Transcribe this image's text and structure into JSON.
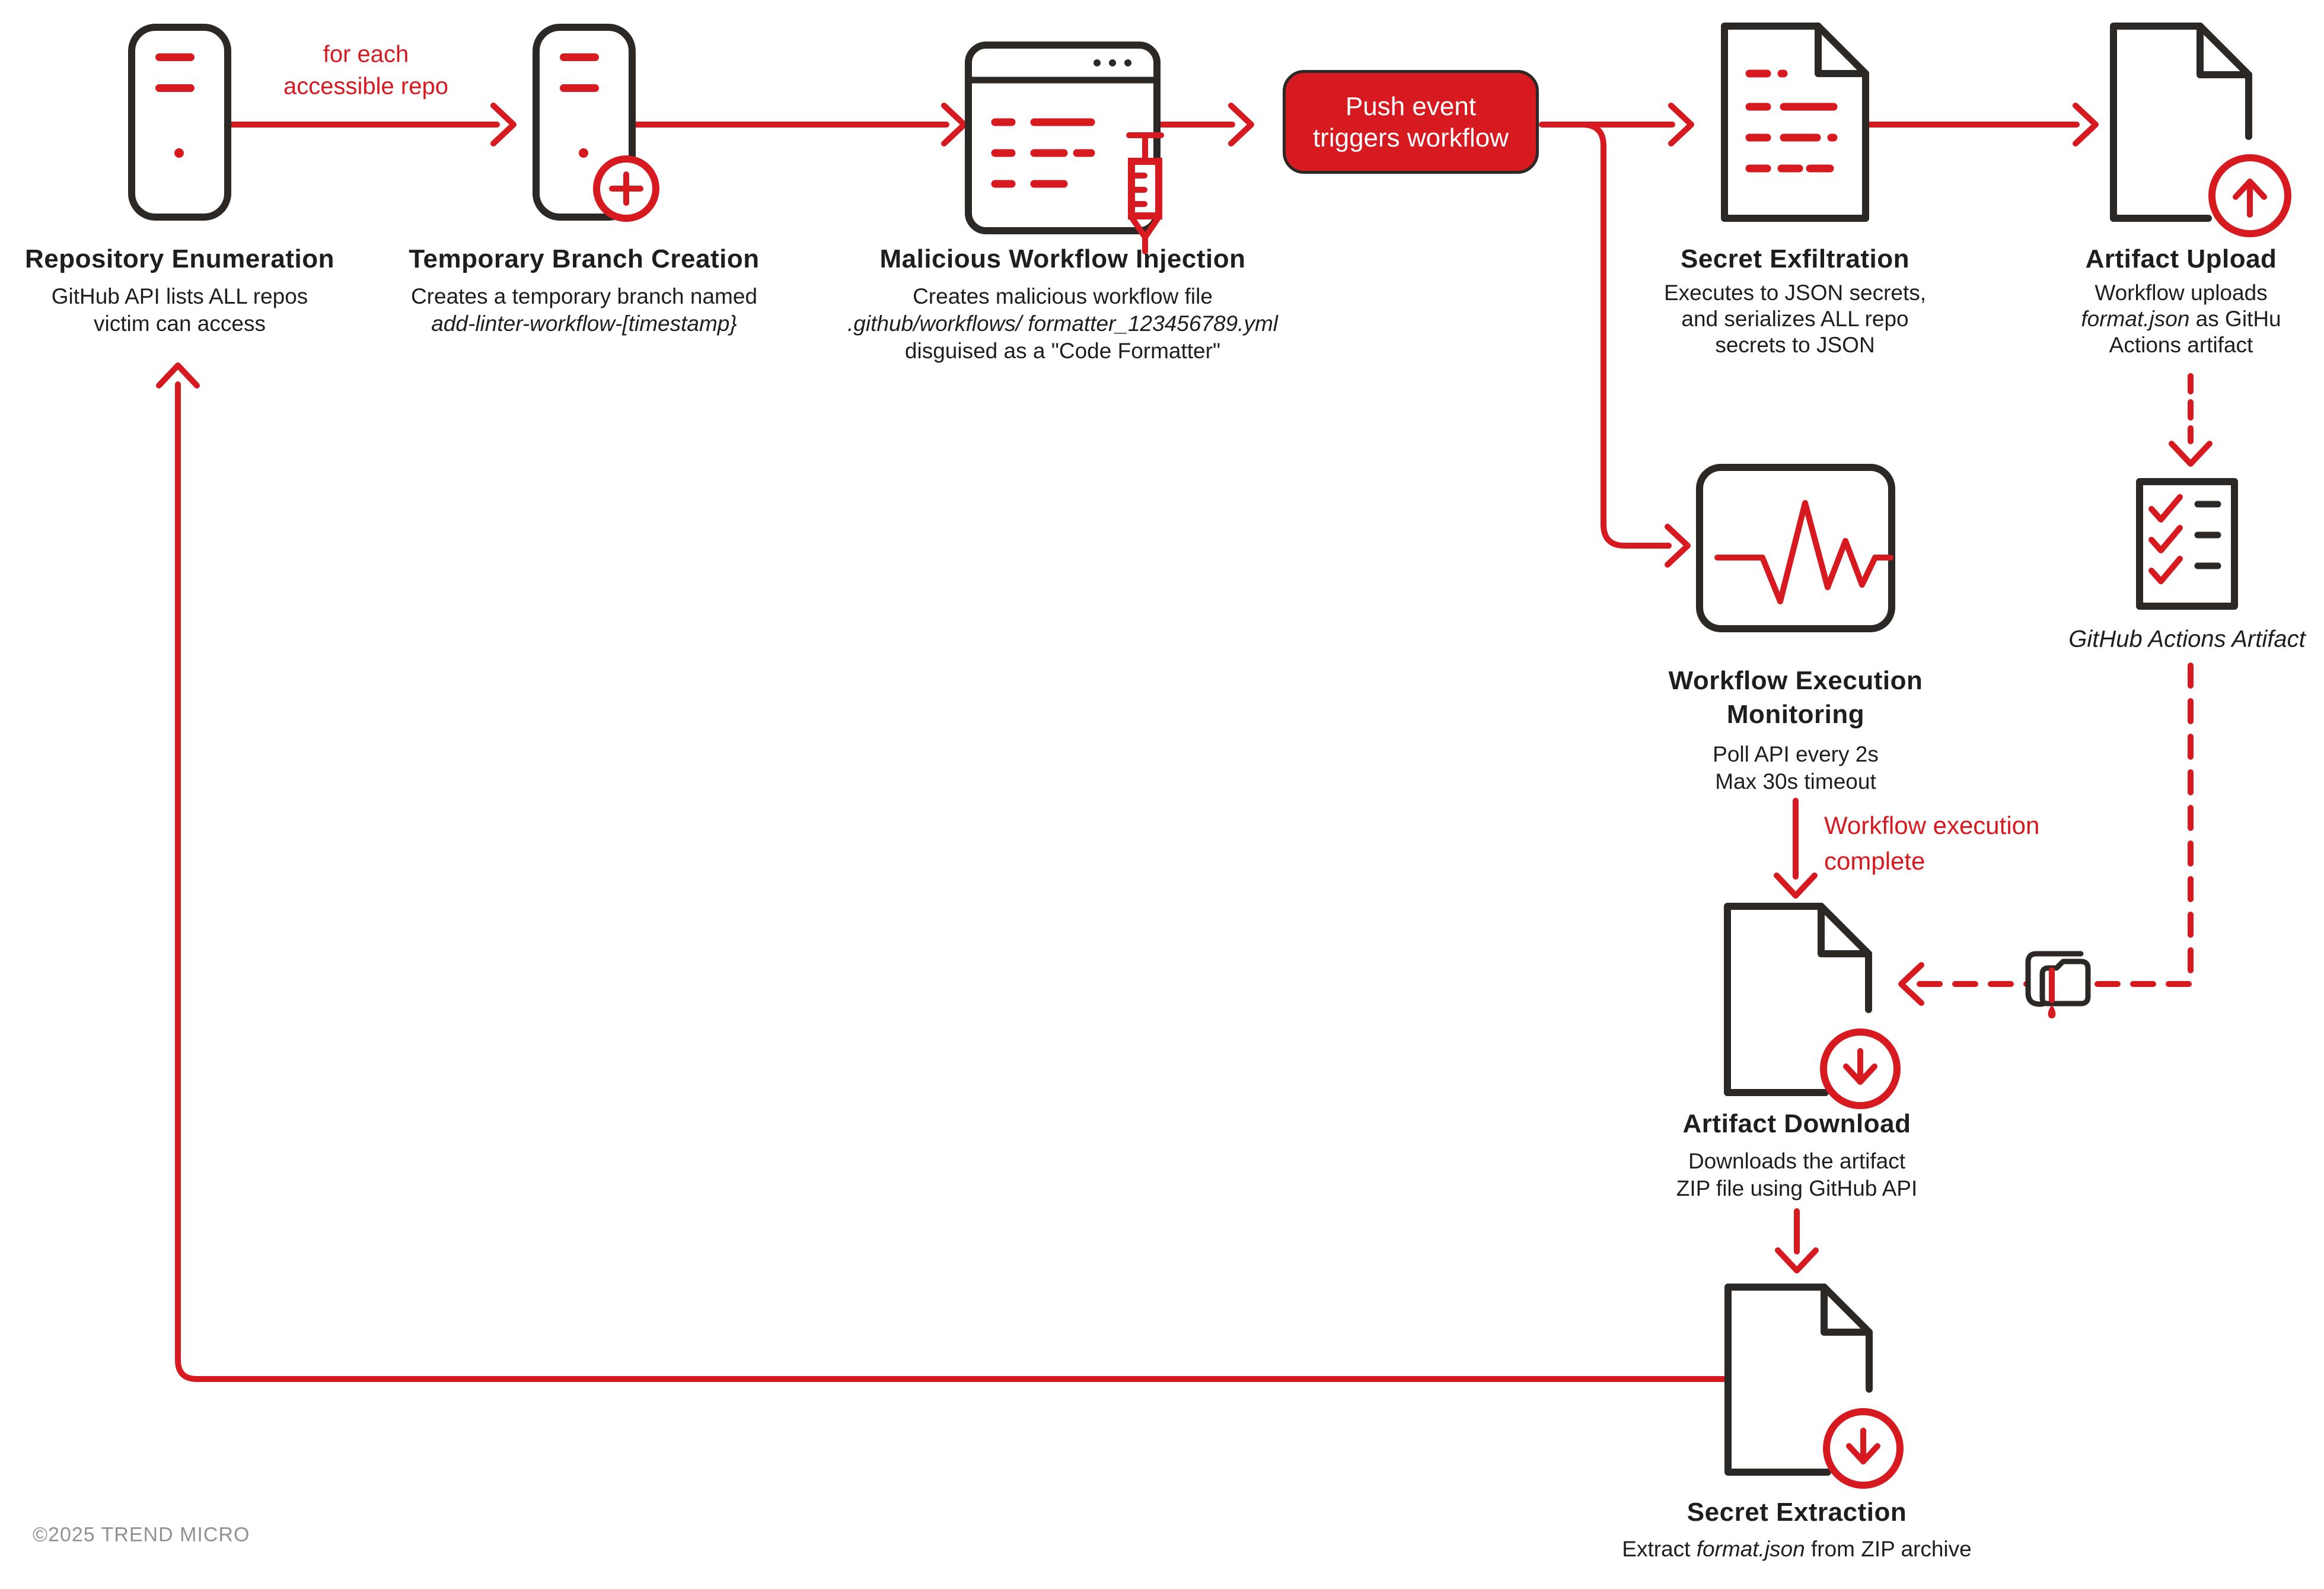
{
  "colors": {
    "red": "#D71920",
    "dark": "#2B2825",
    "text": "#1E1E1C",
    "gray": "#8F9193",
    "white": "#FFFFFF"
  },
  "footer": {
    "copyright": "©2025 TREND MICRO"
  },
  "flow_labels": {
    "for_each_line1": "for each",
    "for_each_line2": "accessible repo",
    "workflow_complete_line1": "Workflow execution",
    "workflow_complete_line2": "complete"
  },
  "push_event_button": {
    "line1": "Push event",
    "line2": "triggers workflow"
  },
  "nodes": {
    "repository_enumeration": {
      "title": "Repository Enumeration",
      "desc1": "GitHub API lists ALL repos",
      "desc2": "victim can access"
    },
    "temporary_branch_creation": {
      "title": "Temporary Branch Creation",
      "desc1": "Creates a temporary branch named",
      "desc2": "add-linter-workflow-[timestamp}"
    },
    "malicious_workflow_injection": {
      "title": "Malicious Workflow Injection",
      "desc1": "Creates malicious workflow file",
      "desc2": ".github/workflows/ formatter_123456789.yml",
      "desc3": "disguised as a \"Code Formatter\""
    },
    "secret_exfiltration": {
      "title": "Secret Exfiltration",
      "desc1": "Executes to JSON secrets,",
      "desc2": "and serializes ALL repo",
      "desc3": "secrets to JSON"
    },
    "artifact_upload": {
      "title": "Artifact Upload",
      "desc1": "Workflow uploads",
      "desc2_segments": [
        [
          "format.json",
          true
        ],
        [
          " as GitHu",
          false
        ]
      ],
      "desc3": "Actions artifact"
    },
    "github_actions_artifact": {
      "label": "GitHub Actions Artifact"
    },
    "workflow_execution_monitoring": {
      "title_line1": "Workflow Execution",
      "title_line2": "Monitoring",
      "desc1": "Poll API every 2s",
      "desc2": "Max 30s timeout"
    },
    "artifact_download": {
      "title": "Artifact Download",
      "desc1": "Downloads the artifact",
      "desc2": "ZIP file using GitHub API"
    },
    "secret_extraction": {
      "title": "Secret Extraction",
      "desc_segments": [
        [
          "Extract ",
          false
        ],
        [
          "format.json",
          true
        ],
        [
          " from ZIP archive",
          false
        ]
      ]
    }
  },
  "icons": {
    "server-icon": "tall rounded rectangle with two red bars and red status dot",
    "server-plus-icon": "server with red plus circle badge",
    "browser-window-icon": "browser window with red code lines",
    "syringe-icon": "red injection syringe",
    "document-secrets-icon": "document with red dashed secret lines",
    "document-upload-icon": "document with red up-arrow circle",
    "checklist-icon": "sheet with three red checkmarks",
    "monitor-pulse-icon": "rounded screen with red heartbeat pulse",
    "folder-leak-icon": "folder with red dripping leak",
    "document-download-icon": "document with red down-arrow circle",
    "arrow-icon": "red chevron flow arrow"
  }
}
